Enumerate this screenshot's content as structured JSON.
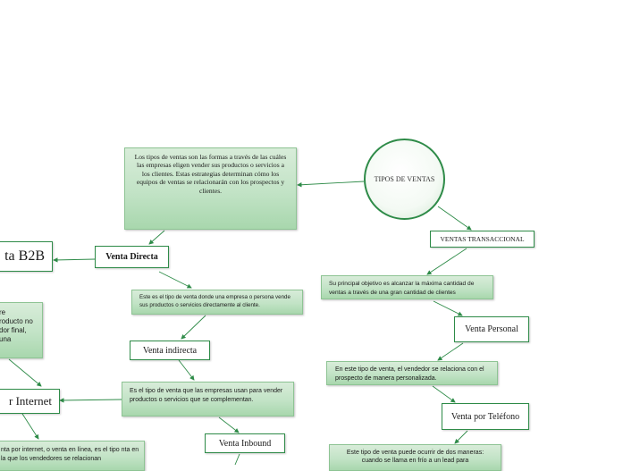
{
  "root": {
    "label": "TIPOS DE VENTAS"
  },
  "definition": {
    "text": "Los tipos de ventas son las formas a través de las cuáles las empresas eligen vender sus productos o servicios a los clientes. Estas estrategias determinan cómo los equipos de ventas se relacionarán con los prospectos y clientes."
  },
  "venta_directa": {
    "label": "Venta Directa",
    "description": "Este es el tipo de venta donde una empresa o persona vende sus productos o servicios directamente al cliente."
  },
  "venta_b2b": {
    "label": "ta B2B",
    "partial_lines": [
      "re",
      "roducto no",
      "dor final,",
      "una"
    ]
  },
  "venta_indirecta": {
    "label": "Venta indirecta",
    "description": "Es el tipo de venta que las empresas usan para vender productos o servicios que se complementan."
  },
  "venta_internet": {
    "label": "r Internet",
    "description": "nta por internet, o venta en línea, es el tipo nta en la que los vendedores se relacionan"
  },
  "venta_inbound": {
    "label": "Venta Inbound"
  },
  "ventas_transaccional": {
    "label": "VENTAS TRANSACCIONAL",
    "description": "Su principal objetivo es alcanzar la máxima cantidad de ventas a través de una gran cantidad de clientes"
  },
  "venta_personal": {
    "label": "Venta Personal",
    "description": "En este tipo de venta, el vendedor se relaciona con el prospecto de manera personalizada."
  },
  "venta_telefono": {
    "label": "Venta por Teléfono",
    "description": "Este tipo de venta puede ocurrir de dos maneras: cuando se llama en frío a un lead para"
  }
}
